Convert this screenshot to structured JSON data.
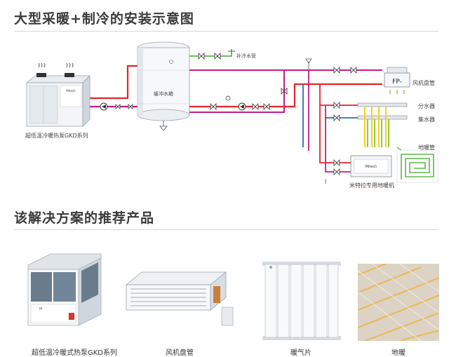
{
  "header": {
    "title": "大型采暖+制冷的安装示意图",
    "products_title": "该解决方案的推荐产品"
  },
  "diagram": {
    "heat_pump_label": "超低温冷暖热泵GKD系列",
    "heat_pump_brand": "Mitech",
    "tank_label": "缓冲水箱",
    "makeup_water_label": "补冷水管",
    "fan_coil_label": "风机盘管",
    "fan_coil_unit_text": "FP-",
    "distributor_label": "分水器",
    "collector_label": "集水器",
    "floor_pipe_label": "地暖管",
    "floor_unit_label": "米特拉专用地暖机",
    "floor_unit_brand": "Mitech"
  },
  "products": [
    {
      "caption": "超低温冷暖式热泵GKD系列"
    },
    {
      "caption": "风机盘管"
    },
    {
      "caption": "暖气片"
    },
    {
      "caption": "地暖"
    }
  ],
  "colors": {
    "hot_pipe": "#e3262b",
    "cold_pipe": "#2e6eb5",
    "return_pipe": "#c21e8a",
    "floor_yellow": "#f2d21a",
    "floor_green": "#8fca3f",
    "floor_heating": "#5cb84a"
  }
}
